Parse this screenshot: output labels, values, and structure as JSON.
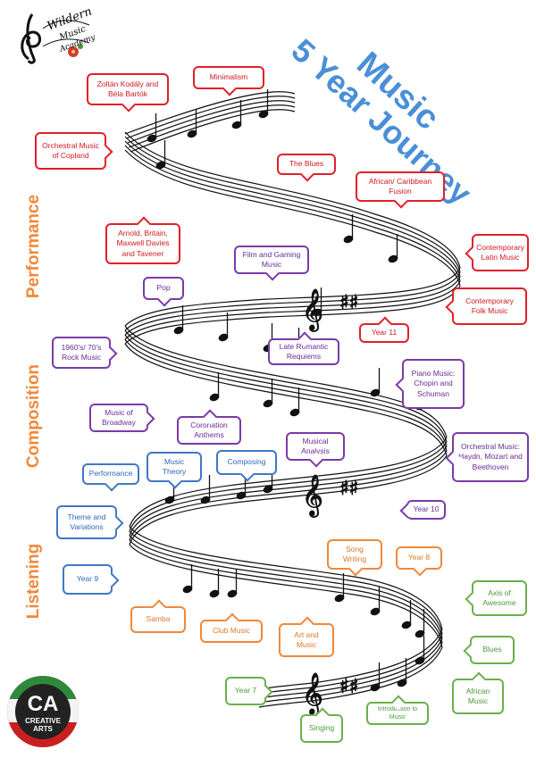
{
  "logo_top": {
    "line1": "Wildern",
    "line2": "Music",
    "line3": "Academy"
  },
  "title": {
    "line1": "Music",
    "line2": "5 Year Journey"
  },
  "sides": {
    "performance": "Performance",
    "composition": "Composition",
    "listening": "Listening"
  },
  "logo_bottom": {
    "initials": "CA",
    "line1": "CREATIVE",
    "line2": "ARTS"
  },
  "colors": {
    "red": "#e0202a",
    "purple": "#7a3aa8",
    "blue": "#3f78c8",
    "orange": "#f0883a",
    "green": "#6ab04a",
    "title": "#4a8fd8"
  },
  "bubbles": {
    "kodaly": "Zoltán Kodály and Béla Bartók",
    "minimalism": "Minimalism",
    "copland": "Orchestral Music of Copland",
    "blues_red": "The Blues",
    "african_caribbean": "African/ Caribbean Fusion",
    "arnold": "Arnold, Britain, Maxwell Davies and Tavener",
    "contemporary_latin": "Contemporary Latin Music",
    "contemporary_folk": "Contemporary Folk Music",
    "year11": "Year 11",
    "film": "Film and Gaming Music",
    "pop": "Pop",
    "rock": "1960's/ 70's Rock Music",
    "late_romantic": "Late Romantic Requiems",
    "piano": "Piano Music: Chopin and Schuman",
    "broadway": "Music of Broadway",
    "coronation": "Coronation Anthems",
    "musical_analysis": "Musical Analysis",
    "orchestral_haydn": "Orchestral Music: Haydn, Mozart and Beethoven",
    "year10": "Year 10",
    "performance": "Performance",
    "music_theory": "Music Theory",
    "composing": "Composing",
    "theme": "Theme and Variations",
    "year9": "Year 9",
    "song_writing": "Song Writing",
    "year8": "Year 8",
    "axis": "Axis of Awesome",
    "samba": "Samba",
    "club": "Club Music",
    "art_music": "Art and Music",
    "blues_green": "Blues",
    "year7": "Year 7",
    "singing": "Singing",
    "intro": "Introduction to Music",
    "african_music": "African Music"
  }
}
